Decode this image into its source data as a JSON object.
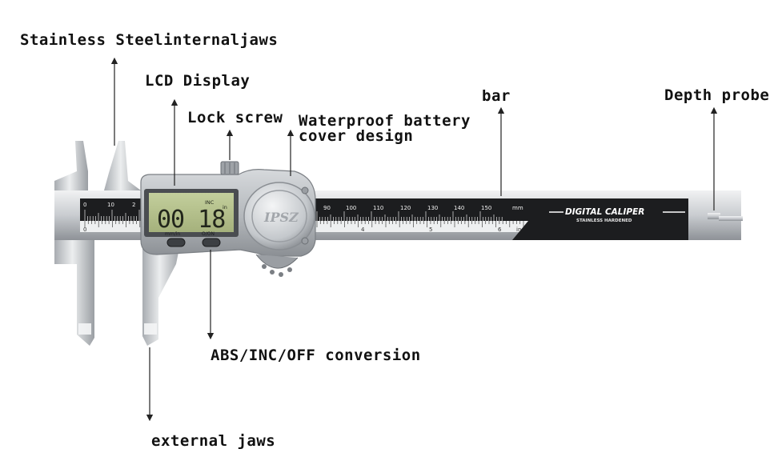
{
  "labels": {
    "internal_jaws": "Stainless Steelinternaljaws",
    "lcd_display": "LCD Display",
    "lock_screw": "Lock screw",
    "battery_cover_line1": "Waterproof battery",
    "battery_cover_line2": "cover design",
    "bar": "bar",
    "depth_probe": "Depth probe",
    "abs_inc_off": "ABS/INC/OFF conversion",
    "external_jaws": "external jaws"
  },
  "caliper": {
    "lcd_reading": "00 18",
    "lcd_mode": "INC",
    "lcd_unit": "in",
    "button_left_label": "mm/in",
    "button_right_label": "O/ON",
    "logo": "IPSZ",
    "bar_title": "DIGITAL CALIPER",
    "bar_subtitle": "STAINLESS HARDENED",
    "mm_unit": "mm",
    "in_unit": "in",
    "mm_scale_visible": [
      "0",
      "10",
      "2",
      "90",
      "100",
      "110",
      "120",
      "130",
      "140",
      "150"
    ],
    "inch_scale_visible": [
      "0",
      "4",
      "5",
      "6"
    ]
  },
  "colors": {
    "steel_light": "#e4e6e8",
    "steel_mid": "#b9bcc0",
    "steel_dark": "#7f8388",
    "bar_dark": "#1c1d1f",
    "lcd_green": "#b3c08c",
    "label_text": "#111111"
  }
}
